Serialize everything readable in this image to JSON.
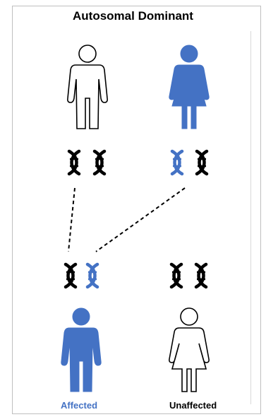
{
  "title": "Autosomal Dominant",
  "labels": {
    "affected": "Affected",
    "unaffected": "Unaffected"
  },
  "colors": {
    "affected_fill": "#4472c4",
    "unaffected_stroke": "#000000",
    "dna_black": "#000000",
    "dna_blue": "#4472c4"
  },
  "parents": {
    "father": {
      "affected": false,
      "dna": [
        "black",
        "black"
      ],
      "icon": "male-figure-icon"
    },
    "mother": {
      "affected": true,
      "dna": [
        "blue",
        "black"
      ],
      "icon": "female-figure-icon"
    }
  },
  "children": {
    "son": {
      "affected": true,
      "dna": [
        "black",
        "blue"
      ],
      "icon": "male-figure-icon"
    },
    "daughter": {
      "affected": false,
      "dna": [
        "black",
        "black"
      ],
      "icon": "female-figure-icon"
    }
  }
}
